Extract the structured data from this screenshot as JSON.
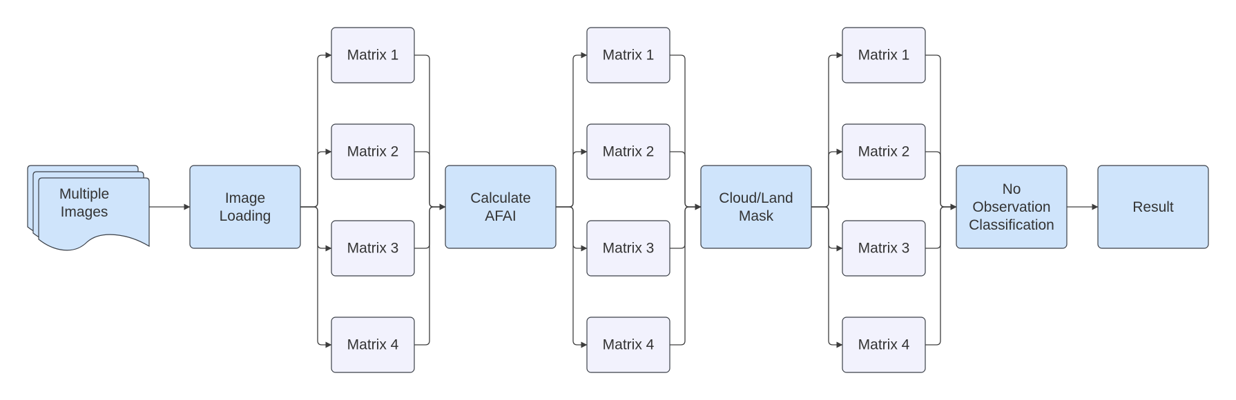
{
  "diagram": {
    "colors": {
      "process_fill": "#cfe4fb",
      "matrix_fill": "#f2f2fd",
      "stroke": "#3a3f47",
      "edge": "#3d3d3d",
      "text": "#333333"
    },
    "source": {
      "label": "Multiple Images",
      "lines": [
        "Multiple",
        "Images"
      ],
      "shape": "multi-document"
    },
    "processes": [
      {
        "id": "image-loading",
        "label": "Image Loading",
        "lines": [
          "Image",
          "Loading"
        ]
      },
      {
        "id": "calculate-afai",
        "label": "Calculate AFAI",
        "lines": [
          "Calculate",
          "AFAI"
        ]
      },
      {
        "id": "cloud-land-mask",
        "label": "Cloud/Land Mask",
        "lines": [
          "Cloud/Land",
          "Mask"
        ]
      },
      {
        "id": "no-observation-classification",
        "label": "No Observation Classification",
        "lines": [
          "No",
          "Observation",
          "Classification"
        ]
      },
      {
        "id": "result",
        "label": "Result",
        "lines": [
          "Result"
        ]
      }
    ],
    "matrix_groups": [
      {
        "after": "image-loading",
        "before": "calculate-afai",
        "matrices": [
          "Matrix 1",
          "Matrix 2",
          "Matrix 3",
          "Matrix 4"
        ]
      },
      {
        "after": "calculate-afai",
        "before": "cloud-land-mask",
        "matrices": [
          "Matrix 1",
          "Matrix 2",
          "Matrix 3",
          "Matrix 4"
        ]
      },
      {
        "after": "cloud-land-mask",
        "before": "no-observation-classification",
        "matrices": [
          "Matrix 1",
          "Matrix 2",
          "Matrix 3",
          "Matrix 4"
        ]
      }
    ]
  }
}
